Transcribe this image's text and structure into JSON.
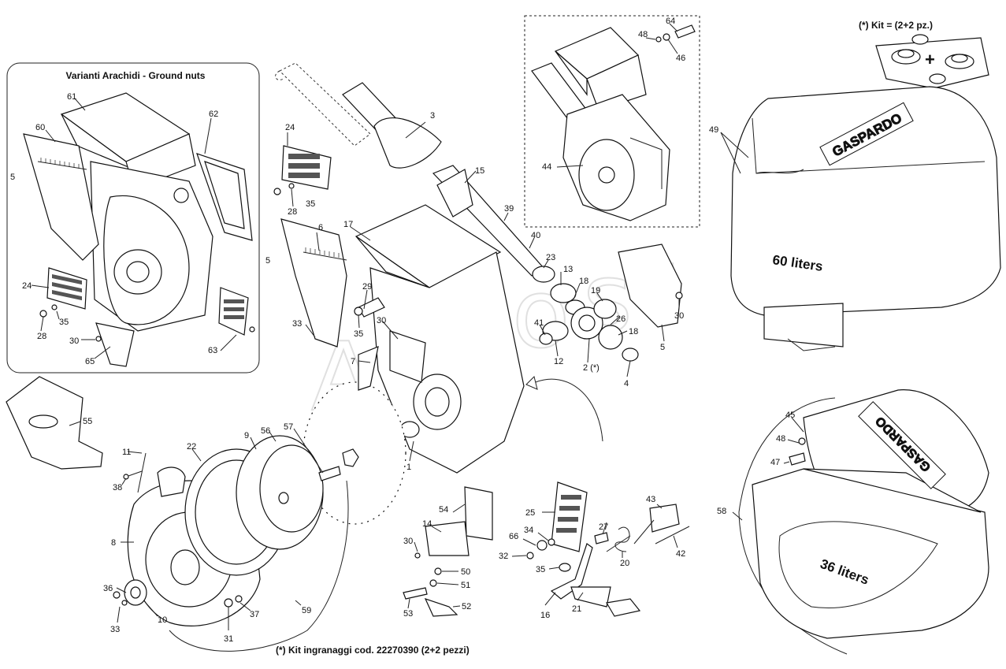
{
  "inset_title": "Varianti Arachidi - Ground nuts",
  "kit_title": "(*) Kit = (2+2 pz.)",
  "footer_note": "(*) Kit ingranaggi cod. 22270390 (2+2 pezzi)",
  "hopper_large_label": "60 liters",
  "hopper_small_label": "36 liters",
  "brand": "GASPARDO",
  "gear_kit_label": "2 (*)",
  "plus_sign": "+",
  "callouts": {
    "c61": "61",
    "c60": "60",
    "c62": "62",
    "c5a": "5",
    "c5b": "5",
    "c24a": "24",
    "c35a": "35",
    "c28a": "28",
    "c30a": "30",
    "c65": "65",
    "c63": "63",
    "c24b": "24",
    "c28b": "28",
    "c35b": "35",
    "c3": "3",
    "c15": "15",
    "c39": "39",
    "c40": "40",
    "c6": "6",
    "c17": "17",
    "c29": "29",
    "c33a": "33",
    "c35c": "35",
    "c30b": "30",
    "c7": "7",
    "c23": "23",
    "c13": "13",
    "c18a": "18",
    "c19": "19",
    "c26": "26",
    "c18b": "18",
    "c41": "41",
    "c12": "12",
    "c4": "4",
    "c5c": "5",
    "c30c": "30",
    "c44": "44",
    "c64": "64",
    "c48a": "48",
    "c46": "46",
    "c49": "49",
    "c55": "55",
    "c11": "11",
    "c22": "22",
    "c9": "9",
    "c56": "56",
    "c57": "57",
    "c1": "1",
    "c38": "38",
    "c8": "8",
    "c36": "36",
    "c33b": "33",
    "c10": "10",
    "c31": "31",
    "c37": "37",
    "c59": "59",
    "c54": "54",
    "c14": "14",
    "c30d": "30",
    "c50": "50",
    "c51": "51",
    "c53": "53",
    "c52": "52",
    "c25": "25",
    "c66": "66",
    "c34": "34",
    "c32": "32",
    "c35d": "35",
    "c27": "27",
    "c20": "20",
    "c43": "43",
    "c42": "42",
    "c16": "16",
    "c21": "21",
    "c45": "45",
    "c48b": "48",
    "c47": "47",
    "c58": "58"
  }
}
